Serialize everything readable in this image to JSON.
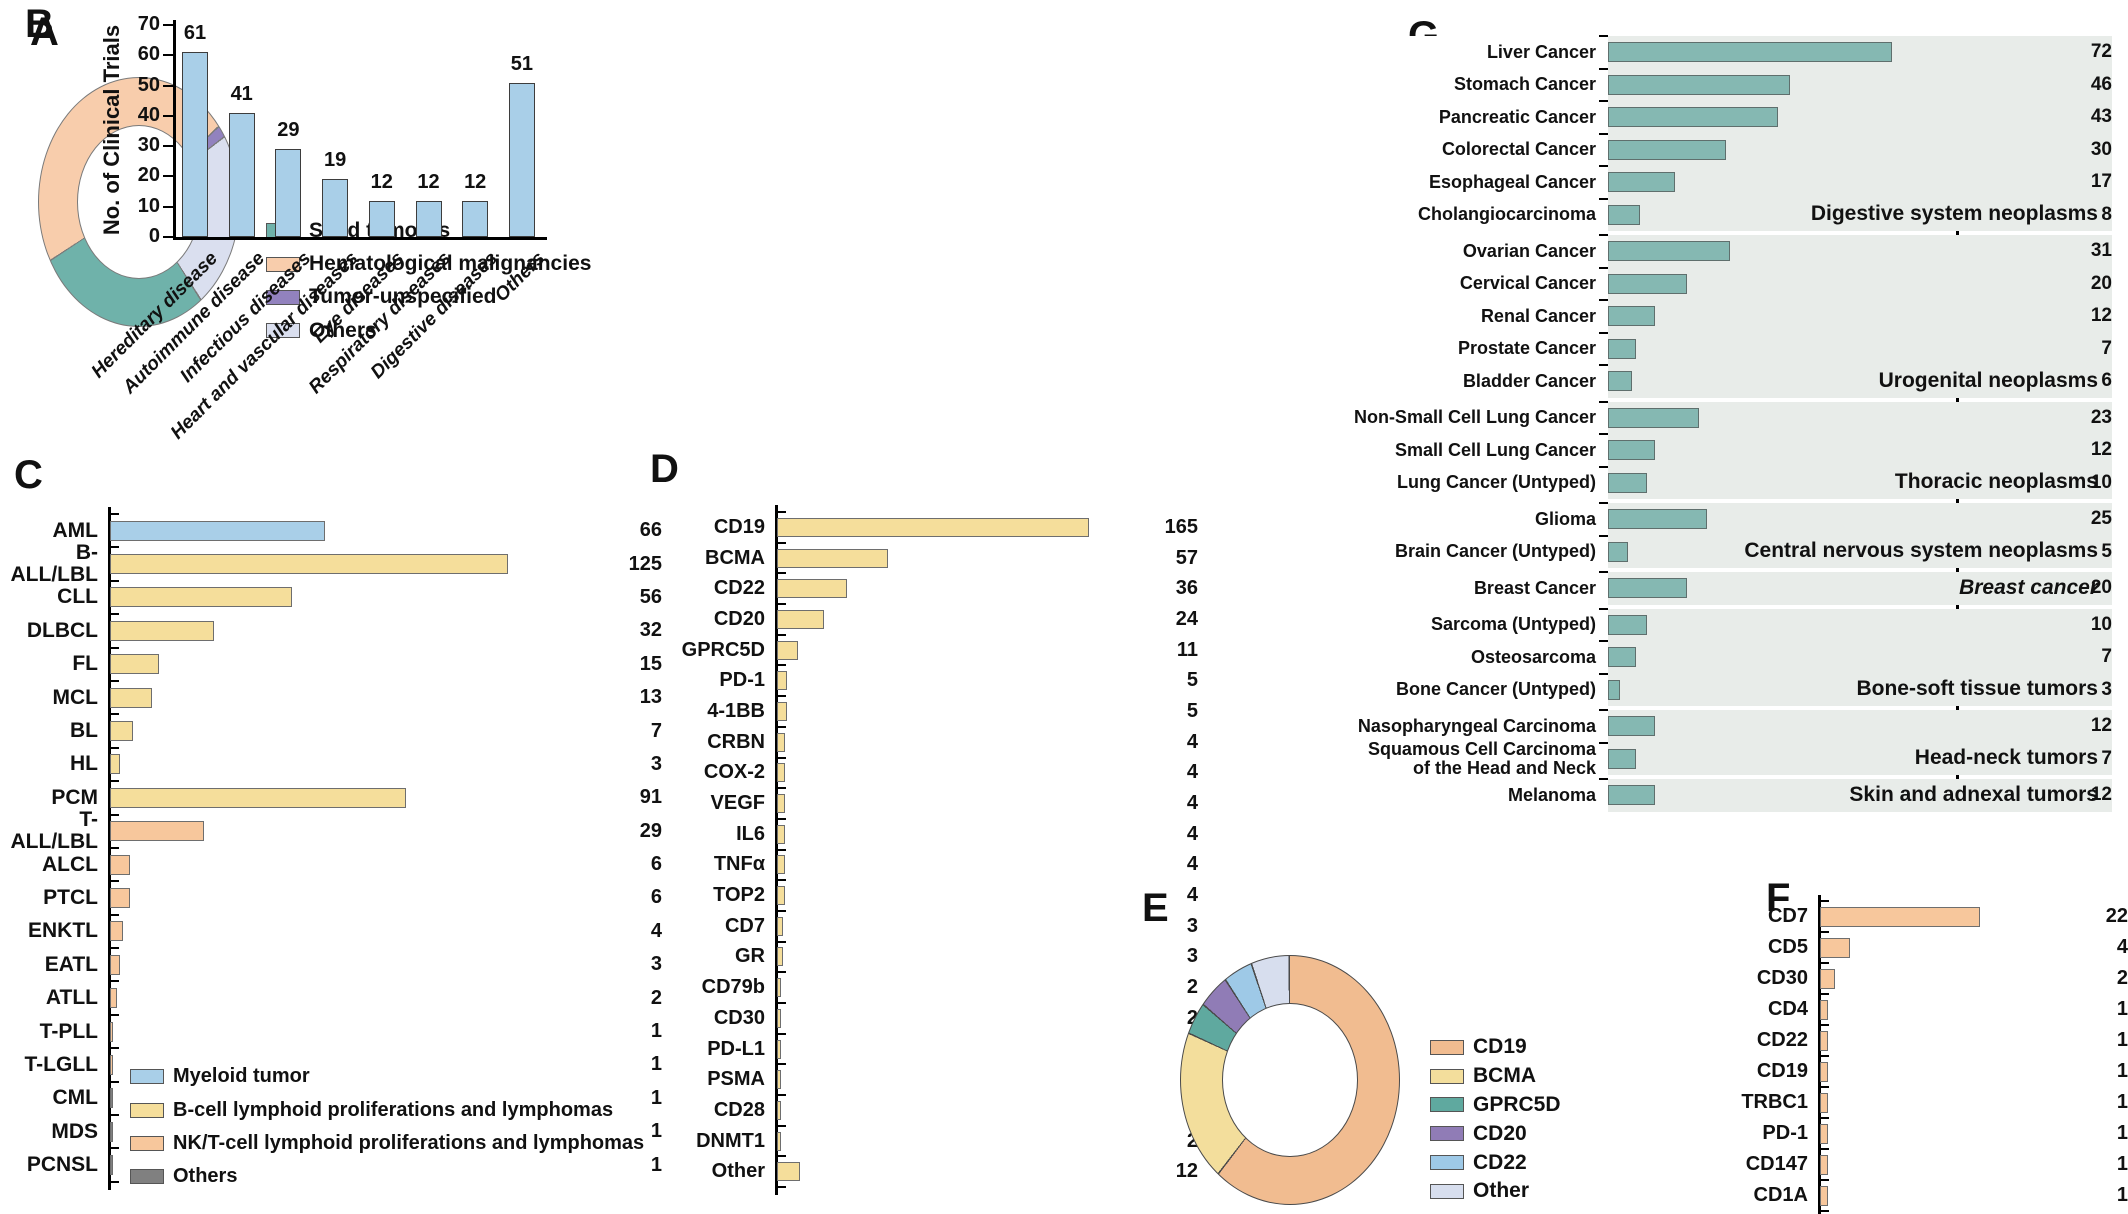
{
  "letters": {
    "A": "A",
    "B": "B",
    "C": "C",
    "D": "D",
    "E": "E",
    "F": "F",
    "G": "G"
  },
  "chart_data": {
    "A": {
      "panel": "A",
      "type": "donut",
      "start_deg": 237,
      "hole_ratio": 0.62,
      "legend_position": "right",
      "legend": [
        {
          "label": "Solid tumours",
          "color": "#6fb2aa"
        },
        {
          "label": "Hematological malignancies",
          "color": "#f8cdac"
        },
        {
          "label": "Tumor-unspecified",
          "color": "#9282be"
        },
        {
          "label": "Others",
          "color": "#dadfef"
        }
      ],
      "segments": [
        {
          "label": "Hematological malignancies",
          "percent": 47.2,
          "color": "#f8cdac"
        },
        {
          "label": "Tumor-unspecified",
          "percent": 1.7,
          "color": "#9282be"
        },
        {
          "label": "Others",
          "percent": 26.4,
          "color": "#dadfef"
        },
        {
          "label": "Solid tumours",
          "percent": 24.7,
          "color": "#6fb2aa"
        }
      ],
      "outline": "#7a7a7a"
    },
    "B": {
      "panel": "B",
      "type": "bar",
      "ylabel": "No. of Clinical Trials",
      "ylim": [
        0,
        70
      ],
      "ytick_step": 10,
      "bar_color": "#a9cfe8",
      "bar_border": "#3d3d3d",
      "categories": [
        "Hereditary disease",
        "Autoimmune disease",
        "Infectious diseases",
        "Heart and vascular diseases",
        "Eye diseases",
        "Respiratory diseases",
        "Digestive diseases",
        "Others"
      ],
      "values": [
        61,
        41,
        29,
        19,
        12,
        12,
        12,
        51
      ]
    },
    "C": {
      "panel": "C",
      "type": "bar-horizontal",
      "xmax": 160,
      "colors": {
        "myeloid": "#a9cfe8",
        "bcell": "#f5de9b",
        "nkt": "#f7c79c",
        "others": "#808080"
      },
      "legend": [
        {
          "label": "Myeloid tumor",
          "color": "#a9cfe8"
        },
        {
          "label": "B-cell lymphoid proliferations and lymphomas",
          "color": "#f5de9b"
        },
        {
          "label": "NK/T-cell lymphoid proliferations and lymphomas",
          "color": "#f7c79c"
        },
        {
          "label": "Others",
          "color": "#808080"
        }
      ],
      "rows": [
        {
          "label": "AML",
          "value": 66,
          "c": "myeloid"
        },
        {
          "label": "B-ALL/LBL",
          "value": 125,
          "c": "bcell"
        },
        {
          "label": "CLL",
          "value": 56,
          "c": "bcell"
        },
        {
          "label": "DLBCL",
          "value": 32,
          "c": "bcell"
        },
        {
          "label": "FL",
          "value": 15,
          "c": "bcell"
        },
        {
          "label": "MCL",
          "value": 13,
          "c": "bcell"
        },
        {
          "label": "BL",
          "value": 7,
          "c": "bcell"
        },
        {
          "label": "HL",
          "value": 3,
          "c": "bcell"
        },
        {
          "label": "PCM",
          "value": 91,
          "c": "bcell"
        },
        {
          "label": "T-ALL/LBL",
          "value": 29,
          "c": "nkt"
        },
        {
          "label": "ALCL",
          "value": 6,
          "c": "nkt"
        },
        {
          "label": "PTCL",
          "value": 6,
          "c": "nkt"
        },
        {
          "label": "ENKTL",
          "value": 4,
          "c": "nkt"
        },
        {
          "label": "EATL",
          "value": 3,
          "c": "nkt"
        },
        {
          "label": "ATLL",
          "value": 2,
          "c": "nkt"
        },
        {
          "label": "T-PLL",
          "value": 1,
          "c": "nkt"
        },
        {
          "label": "T-LGLL",
          "value": 1,
          "c": "nkt"
        },
        {
          "label": "CML",
          "value": 1,
          "c": "others"
        },
        {
          "label": "MDS",
          "value": 1,
          "c": "others"
        },
        {
          "label": "PCNSL",
          "value": 1,
          "c": "others"
        }
      ]
    },
    "D": {
      "panel": "D",
      "type": "bar-horizontal",
      "xmax": 200,
      "bar_color": "#f5de9b",
      "bar_border": "#6e6e6e",
      "rows": [
        {
          "label": "CD19",
          "value": 165
        },
        {
          "label": "BCMA",
          "value": 57
        },
        {
          "label": "CD22",
          "value": 36
        },
        {
          "label": "CD20",
          "value": 24
        },
        {
          "label": "GPRC5D",
          "value": 11
        },
        {
          "label": "PD-1",
          "value": 5
        },
        {
          "label": "4-1BB",
          "value": 5
        },
        {
          "label": "CRBN",
          "value": 4
        },
        {
          "label": "COX-2",
          "value": 4
        },
        {
          "label": "VEGF",
          "value": 4
        },
        {
          "label": "IL6",
          "value": 4
        },
        {
          "label": "TNFα",
          "value": 4
        },
        {
          "label": "TOP2",
          "value": 4
        },
        {
          "label": "CD7",
          "value": 3
        },
        {
          "label": "GR",
          "value": 3
        },
        {
          "label": "CD79b",
          "value": 2
        },
        {
          "label": "CD30",
          "value": 2
        },
        {
          "label": "PD-L1",
          "value": 2
        },
        {
          "label": "PSMA",
          "value": 2
        },
        {
          "label": "CD28",
          "value": 2
        },
        {
          "label": "DNMT1",
          "value": 2
        },
        {
          "label": "Other",
          "value": 12
        }
      ]
    },
    "E": {
      "panel": "E",
      "type": "donut",
      "start_deg": 0,
      "hole_ratio": 0.62,
      "legend_position": "right",
      "legend": [
        {
          "label": "CD19",
          "color": "#f1bc90"
        },
        {
          "label": "BCMA",
          "color": "#f3de9c"
        },
        {
          "label": "GPRC5D",
          "color": "#5fa99f"
        },
        {
          "label": "CD20",
          "color": "#907cb6"
        },
        {
          "label": "CD22",
          "color": "#9ec9e7"
        },
        {
          "label": "Other",
          "color": "#d7deee"
        }
      ],
      "segments": [
        {
          "label": "CD19",
          "percent": 60.5,
          "color": "#f1bc90"
        },
        {
          "label": "BCMA",
          "percent": 21.5,
          "color": "#f3de9c"
        },
        {
          "label": "GPRC5D",
          "percent": 4.5,
          "color": "#5fa99f"
        },
        {
          "label": "CD20",
          "percent": 4.5,
          "color": "#907cb6"
        },
        {
          "label": "CD22",
          "percent": 4.0,
          "color": "#9ec9e7"
        },
        {
          "label": "Other",
          "percent": 5.0,
          "color": "#d7deee"
        }
      ],
      "outline": "#4a4a4a"
    },
    "F": {
      "panel": "F",
      "type": "bar-horizontal",
      "xmax": 38,
      "bar_color": "#f7c79c",
      "bar_border": "#6e6e6e",
      "rows": [
        {
          "label": "CD7",
          "value": 22
        },
        {
          "label": "CD5",
          "value": 4
        },
        {
          "label": "CD30",
          "value": 2
        },
        {
          "label": "CD4",
          "value": 1
        },
        {
          "label": "CD22",
          "value": 1
        },
        {
          "label": "CD19",
          "value": 1
        },
        {
          "label": "TRBC1",
          "value": 1
        },
        {
          "label": "PD-1",
          "value": 1
        },
        {
          "label": "CD147",
          "value": 1
        },
        {
          "label": "CD1A",
          "value": 1
        }
      ]
    },
    "G": {
      "panel": "G",
      "type": "bar-horizontal",
      "xmax": 120,
      "bar_color": "#85b8b2",
      "bar_border": "#5f6f6d",
      "stripe_color": "#e8ece9",
      "groups": [
        {
          "name": "Digestive system neoplasms",
          "italic": false,
          "rows": [
            {
              "label": "Liver Cancer",
              "value": 72
            },
            {
              "label": "Stomach Cancer",
              "value": 46
            },
            {
              "label": "Pancreatic Cancer",
              "value": 43
            },
            {
              "label": "Colorectal Cancer",
              "value": 30
            },
            {
              "label": "Esophageal Cancer",
              "value": 17
            },
            {
              "label": "Cholangiocarcinoma",
              "value": 8
            }
          ]
        },
        {
          "name": "Urogenital neoplasms",
          "italic": false,
          "rows": [
            {
              "label": "Ovarian Cancer",
              "value": 31
            },
            {
              "label": "Cervical Cancer",
              "value": 20
            },
            {
              "label": "Renal Cancer",
              "value": 12
            },
            {
              "label": "Prostate Cancer",
              "value": 7
            },
            {
              "label": "Bladder Cancer",
              "value": 6
            }
          ]
        },
        {
          "name": "Thoracic neoplasms",
          "italic": false,
          "rows": [
            {
              "label": "Non-Small Cell Lung Cancer",
              "value": 23
            },
            {
              "label": "Small Cell Lung Cancer",
              "value": 12
            },
            {
              "label": "Lung Cancer (Untyped)",
              "value": 10
            }
          ]
        },
        {
          "name": "Central nervous system neoplasms",
          "italic": false,
          "rows": [
            {
              "label": "Glioma",
              "value": 25
            },
            {
              "label": "Brain Cancer (Untyped)",
              "value": 5
            }
          ]
        },
        {
          "name": "Breast cancer",
          "italic": true,
          "rows": [
            {
              "label": "Breast Cancer",
              "value": 20
            }
          ]
        },
        {
          "name": "Bone-soft tissue tumors",
          "italic": false,
          "rows": [
            {
              "label": "Sarcoma (Untyped)",
              "value": 10
            },
            {
              "label": "Osteosarcoma",
              "value": 7
            },
            {
              "label": "Bone Cancer (Untyped)",
              "value": 3
            }
          ]
        },
        {
          "name": "Head-neck tumors",
          "italic": false,
          "rows": [
            {
              "label": "Nasopharyngeal Carcinoma",
              "value": 12
            },
            {
              "label": "Squamous Cell Carcinoma of the Head and Neck",
              "value": 7
            }
          ]
        },
        {
          "name": "Skin and adnexal tumors",
          "italic": false,
          "rows": [
            {
              "label": "Melanoma",
              "value": 12
            }
          ]
        }
      ]
    }
  }
}
